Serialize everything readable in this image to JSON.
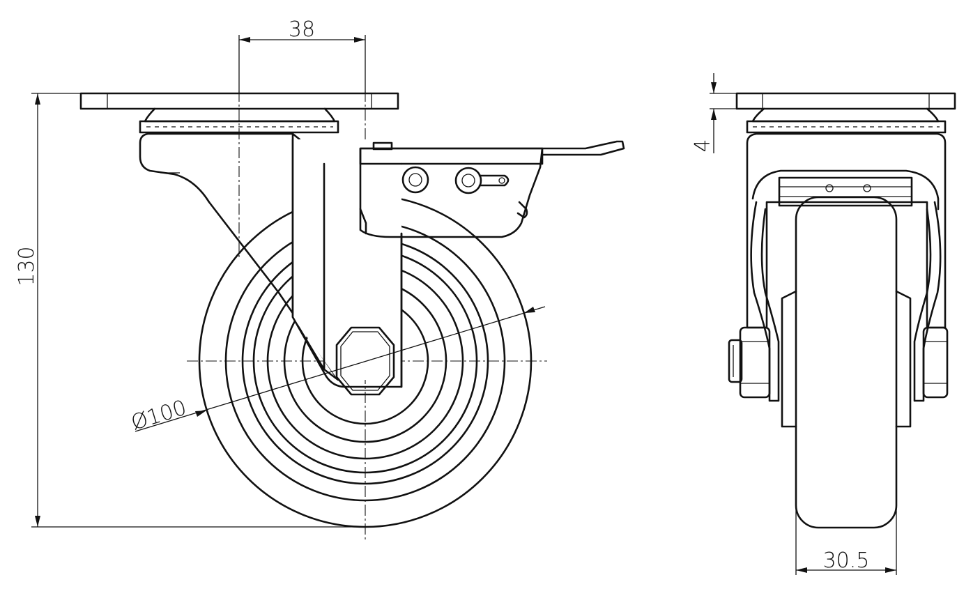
{
  "drawing": {
    "views": [
      "side-view",
      "front-view"
    ],
    "dimensions": {
      "mounting_offset": "38",
      "overall_height": "130",
      "wheel_diameter": "Ø100",
      "plate_thickness": "4",
      "wheel_width": "30.5"
    },
    "colors": {
      "line": "#111111",
      "background": "#ffffff"
    }
  }
}
